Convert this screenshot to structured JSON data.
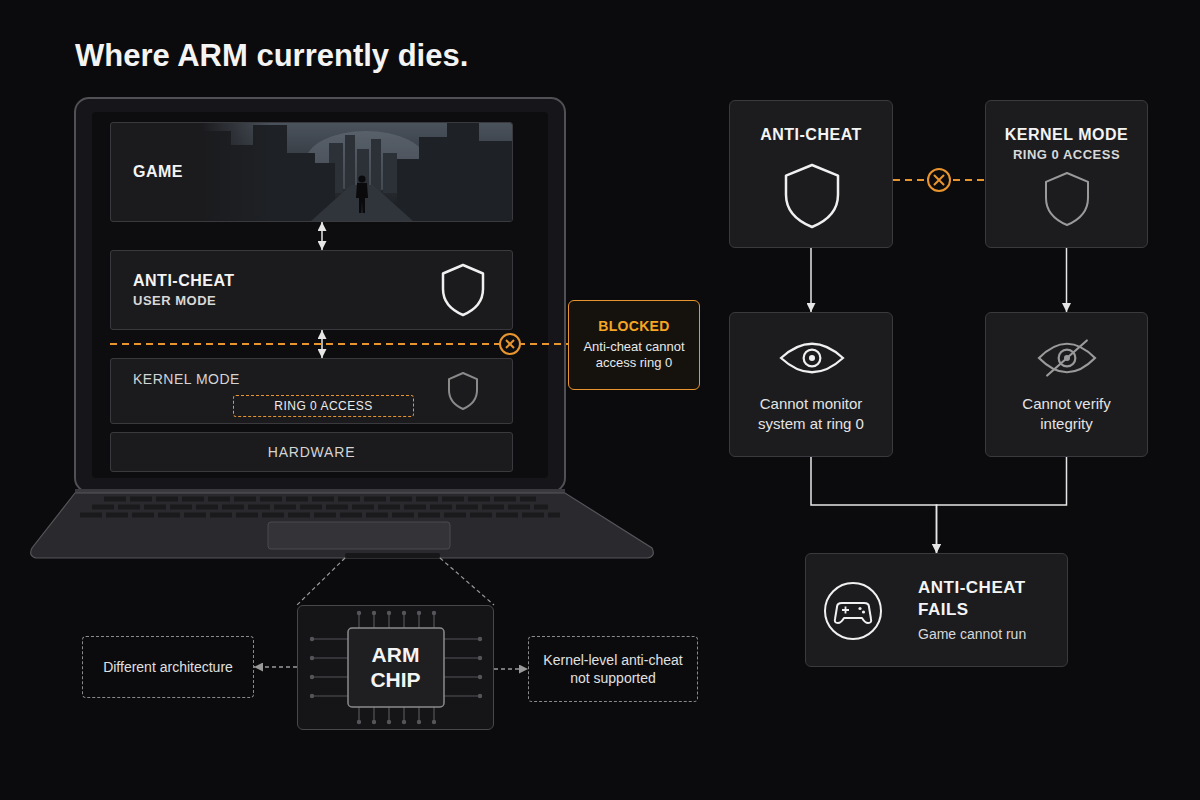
{
  "diagram": {
    "title": "Where ARM currently dies.",
    "nodes": [
      {
        "text": [
          "GAME"
        ]
      },
      {
        "text": [
          "ANTI-CHEAT",
          "USER MODE"
        ]
      },
      {
        "text": [
          "KERNEL MODE"
        ]
      },
      {
        "text": [
          "RING 0 ACCESS"
        ],
        "in": 2
      },
      {
        "text": [
          "HARDWARE"
        ]
      },
      {
        "text": [
          "BLOCKED",
          "Anti-cheat cannot access ring 0"
        ]
      },
      {
        "text": [
          "ANTI-CHEAT"
        ]
      },
      {
        "text": [
          "KERNEL MODE",
          "RING 0 ACCESS"
        ]
      },
      {
        "text": [
          "Cannot monitor system at ring 0"
        ]
      },
      {
        "text": [
          "Cannot verify integrity"
        ]
      },
      {
        "text": [
          "ANTI-CHEAT FAILS",
          "Game cannot run"
        ]
      },
      {
        "text": [
          "Different architecture"
        ]
      },
      {
        "text": [
          "ARM CHIP"
        ]
      },
      {
        "text": [
          "Kernel-level anti-cheat not supported"
        ]
      }
    ],
    "edges": [
      {
        "from": 0,
        "to": 1,
        "arrow": "both"
      },
      {
        "from": 1,
        "to": 2,
        "arrow": "both"
      },
      {
        "from": 6,
        "to": 7,
        "arrow": "none"
      },
      {
        "from": 6,
        "to": 8,
        "arrow": "to"
      },
      {
        "from": 7,
        "to": 9,
        "arrow": "to"
      },
      {
        "from": 8,
        "to": 10,
        "arrow": "to"
      },
      {
        "from": 9,
        "to": 10,
        "arrow": "to"
      },
      {
        "from": 12,
        "to": 11,
        "arrow": "to"
      },
      {
        "from": 12,
        "to": 13,
        "arrow": "to"
      }
    ]
  }
}
